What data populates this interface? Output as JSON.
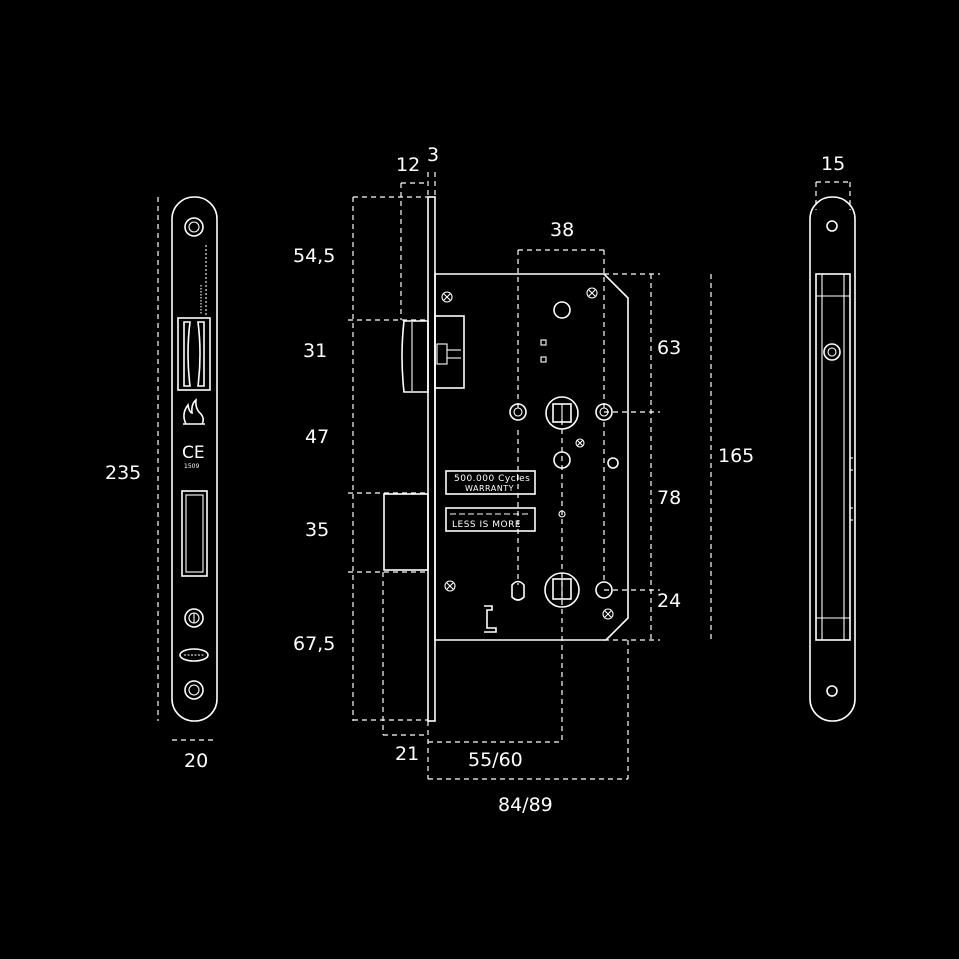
{
  "dimensions": {
    "faceplate_height": "235",
    "faceplate_width": "20",
    "top_offset": "54,5",
    "latch_height": "31",
    "gap_height": "47",
    "bolt_height": "35",
    "bottom_offset": "67,5",
    "plate_thickness": "3",
    "latch_projection": "12",
    "follower_spacing": "38",
    "upper_body_height": "63",
    "case_height": "165",
    "follower_to_cylinder": "78",
    "lower_offset": "24",
    "bolt_projection": "21",
    "backset": "55/60",
    "case_depth": "84/89",
    "side_width": "15"
  },
  "labels": {
    "warranty_line1": "500.000 Cycles",
    "warranty_line2": "WARRANTY",
    "brand_line": "LESS IS MORE",
    "ce_mark": "CE",
    "ce_code": "1509"
  },
  "colors": {
    "background": "#000000",
    "line": "#ffffff"
  }
}
